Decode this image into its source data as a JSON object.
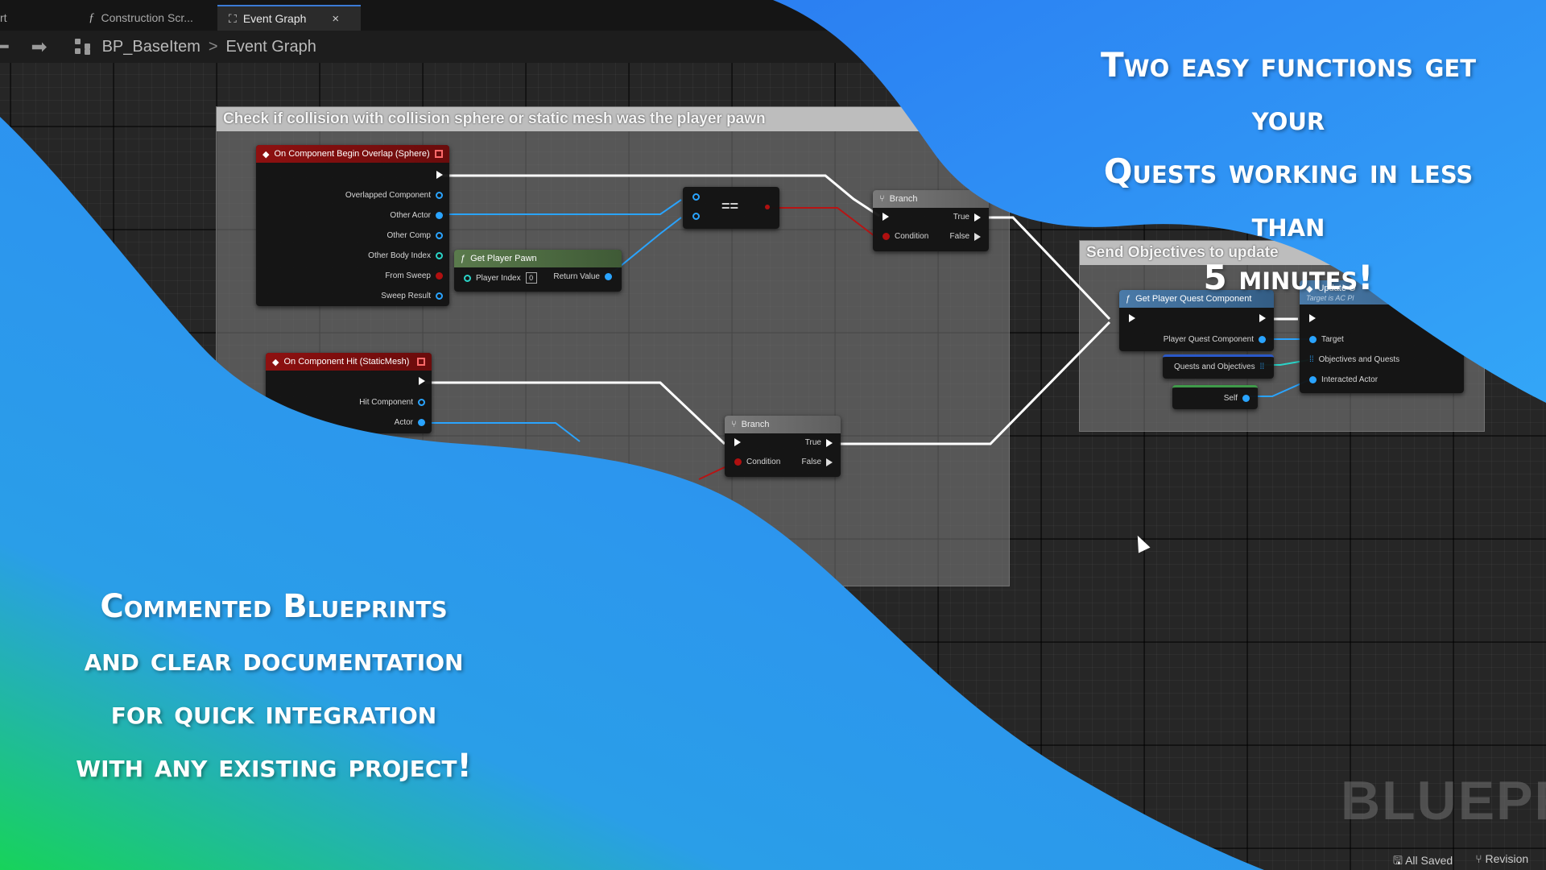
{
  "tabs": [
    {
      "label": "rt"
    },
    {
      "label": "Construction Scr...",
      "icon": "function-icon"
    },
    {
      "label": "Event Graph",
      "icon": "graph-icon",
      "close": "×"
    }
  ],
  "breadcrumb": {
    "root": "BP_BaseItem",
    "separator": ">",
    "leaf": "Event Graph"
  },
  "comment1": {
    "title": "Check if collision with collision sphere or static mesh was the player pawn"
  },
  "comment2": {
    "title": "Send Objectives to update"
  },
  "nodes": {
    "overlap": {
      "title": "On Component Begin Overlap (Sphere)",
      "pins": [
        "Overlapped Component",
        "Other Actor",
        "Other Comp",
        "Other Body Index",
        "From Sweep",
        "Sweep Result"
      ]
    },
    "get_player_pawn": {
      "title": "Get Player Pawn",
      "in": "Player Index",
      "index": "0",
      "out": "Return Value"
    },
    "equals": {
      "label": "=="
    },
    "branch1": {
      "title": "Branch",
      "true": "True",
      "condition": "Condition",
      "false": "False"
    },
    "hit": {
      "title": "On Component Hit (StaticMesh)",
      "pins": [
        "Hit Component",
        "Actor"
      ]
    },
    "branch2": {
      "title": "Branch",
      "true": "True",
      "condition": "Condition",
      "false": "False"
    },
    "quest_comp": {
      "title": "Get Player Quest Component",
      "out": "Player Quest Component"
    },
    "quests_var": {
      "label": "Quests and Objectives"
    },
    "self_var": {
      "label": "Self"
    },
    "update": {
      "title": "Update O",
      "subtitle": "Target is AC Pl",
      "pins": [
        "Target",
        "Objectives and Quests",
        "Interacted Actor"
      ]
    }
  },
  "promo": {
    "top": [
      "Two easy functions get your",
      "Quests working in less than",
      "5 minutes!"
    ],
    "bottom": [
      "Commented Blueprints",
      "and clear documentation",
      "for quick integration",
      "with any existing project!"
    ],
    "colors": {
      "blue": "#2e8ff3",
      "green": "#17d35a"
    }
  },
  "watermark": "BLUEPRI",
  "status": {
    "saved": "All Saved",
    "revision": "Revision"
  }
}
